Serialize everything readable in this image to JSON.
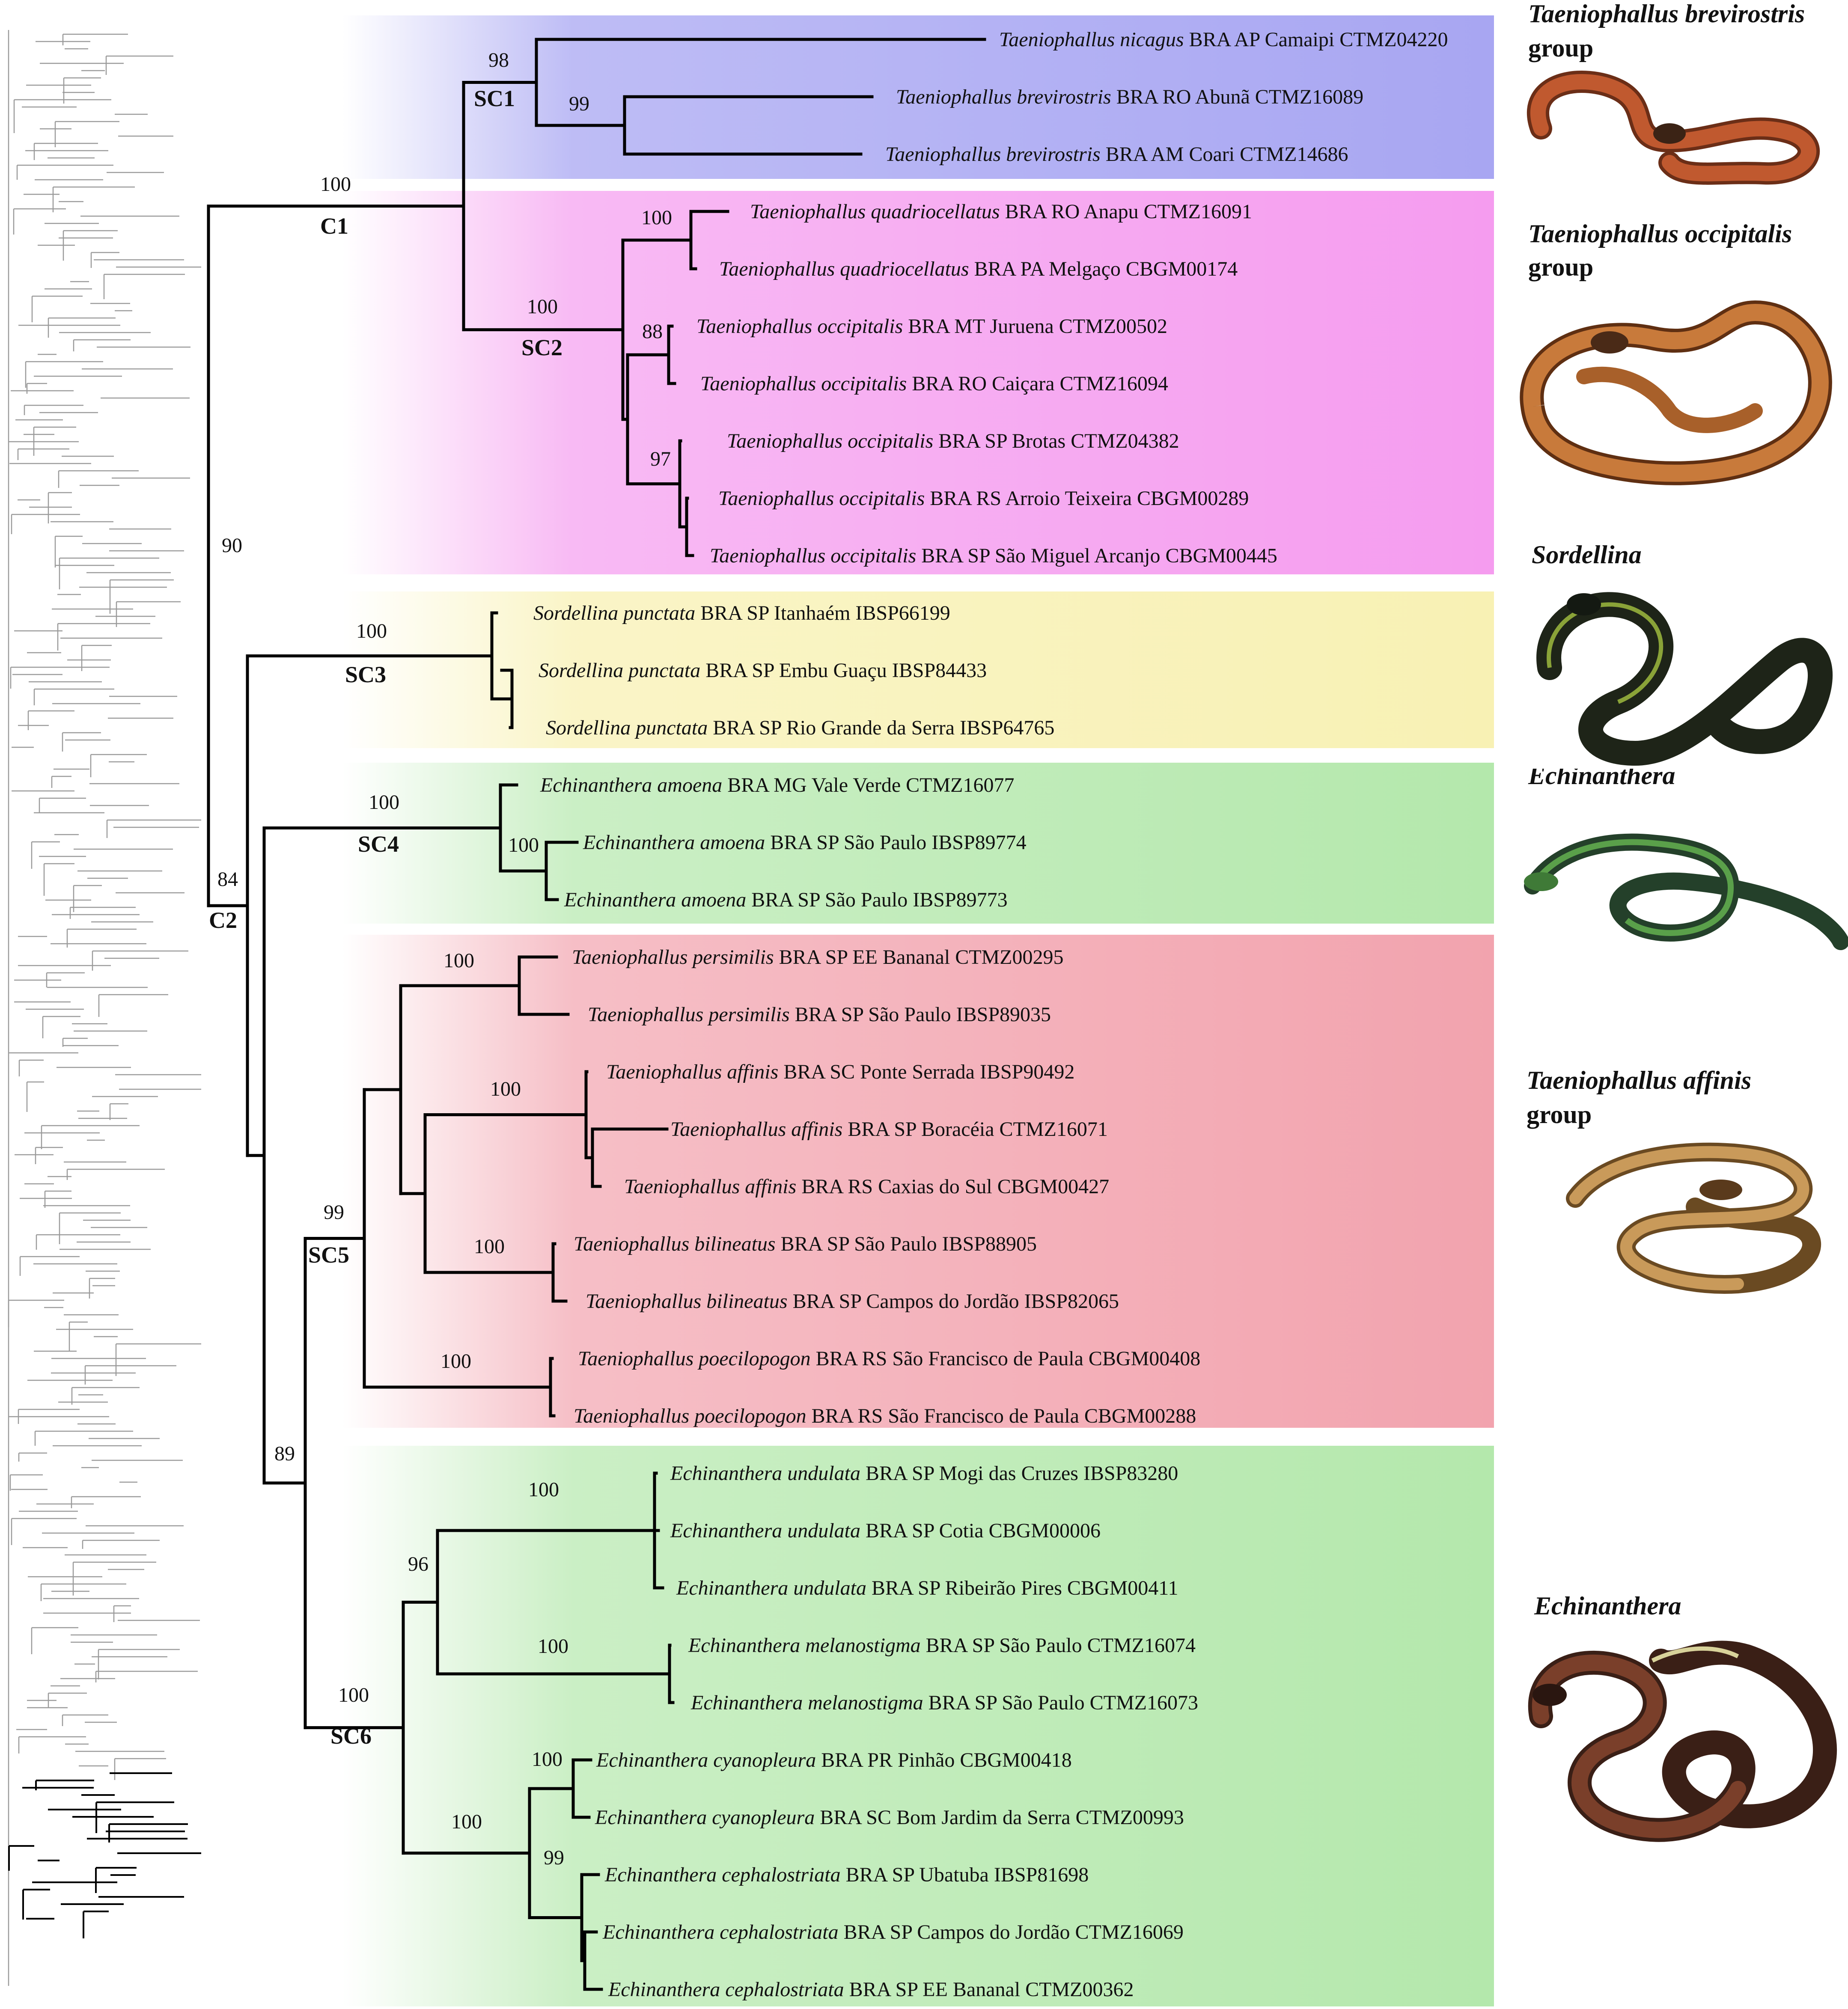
{
  "clade_labels": {
    "sc1": "SC1",
    "sc2": "SC2",
    "c1": "C1",
    "sc3": "SC3",
    "sc4": "SC4",
    "c2": "C2",
    "sc5": "SC5",
    "sc6": "SC6"
  },
  "supports": {
    "root_c1": "100",
    "root_90": "90",
    "sc1": "98",
    "sc1_inner": "99",
    "sc2": "100",
    "sc2_quad": "100",
    "sc2_occ88": "88",
    "sc2_occ97": "97",
    "sc3": "100",
    "sc4": "100",
    "sc4_inner": "100",
    "c2": "84",
    "sc5": "99",
    "sc5_pers": "100",
    "sc5_aff": "100",
    "sc5_bil": "100",
    "sc5_poe": "100",
    "sc5_sc6": "89",
    "sc6": "100",
    "sc6_96": "96",
    "sc6_und": "100",
    "sc6_mel": "100",
    "sc6_cc": "100",
    "sc6_cya": "100",
    "sc6_cep": "99"
  },
  "taxa": [
    {
      "genus_species": "Taeniophallus nicagus",
      "rest": " BRA AP Camaipi CTMZ04220"
    },
    {
      "genus_species": "Taeniophallus brevirostris",
      "rest": " BRA RO Abunã CTMZ16089"
    },
    {
      "genus_species": "Taeniophallus brevirostris",
      "rest": " BRA AM Coari CTMZ14686"
    },
    {
      "genus_species": "Taeniophallus quadriocellatus",
      "rest": " BRA RO Anapu CTMZ16091"
    },
    {
      "genus_species": "Taeniophallus quadriocellatus",
      "rest": " BRA PA Melgaço CBGM00174"
    },
    {
      "genus_species": "Taeniophallus occipitalis",
      "rest": " BRA MT Juruena CTMZ00502"
    },
    {
      "genus_species": "Taeniophallus occipitalis",
      "rest": " BRA RO Caiçara CTMZ16094"
    },
    {
      "genus_species": "Taeniophallus occipitalis",
      "rest": " BRA SP Brotas CTMZ04382"
    },
    {
      "genus_species": "Taeniophallus occipitalis",
      "rest": " BRA RS Arroio Teixeira CBGM00289"
    },
    {
      "genus_species": "Taeniophallus occipitalis",
      "rest": " BRA SP São Miguel Arcanjo CBGM00445"
    },
    {
      "genus_species": "Sordellina punctata",
      "rest": " BRA SP Itanhaém IBSP66199"
    },
    {
      "genus_species": "Sordellina punctata",
      "rest": " BRA SP Embu Guaçu IBSP84433"
    },
    {
      "genus_species": "Sordellina punctata",
      "rest": " BRA SP Rio Grande da Serra IBSP64765"
    },
    {
      "genus_species": "Echinanthera amoena",
      "rest": " BRA MG Vale Verde CTMZ16077"
    },
    {
      "genus_species": "Echinanthera amoena",
      "rest": " BRA SP São Paulo IBSP89774"
    },
    {
      "genus_species": "Echinanthera amoena",
      "rest": " BRA SP São Paulo IBSP89773"
    },
    {
      "genus_species": "Taeniophallus persimilis",
      "rest": " BRA SP EE Bananal CTMZ00295"
    },
    {
      "genus_species": "Taeniophallus persimilis",
      "rest": " BRA SP São Paulo IBSP89035"
    },
    {
      "genus_species": "Taeniophallus affinis",
      "rest": " BRA SC Ponte Serrada IBSP90492"
    },
    {
      "genus_species": "Taeniophallus affinis",
      "rest": " BRA SP Boracéia CTMZ16071"
    },
    {
      "genus_species": "Taeniophallus affinis",
      "rest": " BRA RS Caxias do Sul CBGM00427"
    },
    {
      "genus_species": "Taeniophallus bilineatus",
      "rest": " BRA SP São Paulo IBSP88905"
    },
    {
      "genus_species": "Taeniophallus bilineatus",
      "rest": " BRA SP Campos do Jordão IBSP82065"
    },
    {
      "genus_species": "Taeniophallus poecilopogon",
      "rest": " BRA RS São Francisco de Paula CBGM00408"
    },
    {
      "genus_species": "Taeniophallus poecilopogon",
      "rest": " BRA RS São Francisco de Paula CBGM00288"
    },
    {
      "genus_species": "Echinanthera undulata",
      "rest": " BRA SP Mogi das Cruzes IBSP83280"
    },
    {
      "genus_species": "Echinanthera undulata",
      "rest": " BRA SP Cotia CBGM00006"
    },
    {
      "genus_species": "Echinanthera undulata",
      "rest": " BRA SP Ribeirão Pires CBGM00411"
    },
    {
      "genus_species": "Echinanthera melanostigma",
      "rest": " BRA SP São Paulo CTMZ16074"
    },
    {
      "genus_species": "Echinanthera melanostigma",
      "rest": " BRA SP São Paulo CTMZ16073"
    },
    {
      "genus_species": "Echinanthera cyanopleura",
      "rest": " BRA PR Pinhão CBGM00418"
    },
    {
      "genus_species": "Echinanthera cyanopleura",
      "rest": " BRA SC Bom Jardim da Serra CTMZ00993"
    },
    {
      "genus_species": "Echinanthera cephalostriata",
      "rest": " BRA SP Ubatuba IBSP81698"
    },
    {
      "genus_species": "Echinanthera cephalostriata",
      "rest": " BRA SP Campos do Jordão CTMZ16069"
    },
    {
      "genus_species": "Echinanthera cephalostriata",
      "rest": " BRA SP EE Bananal CTMZ00362"
    }
  ],
  "photo_panels": [
    {
      "title": "Taeniophallus brevirostris",
      "subtitle": "group"
    },
    {
      "title": "Taeniophallus occipitalis",
      "subtitle": "group"
    },
    {
      "title": "Sordellina",
      "subtitle": ""
    },
    {
      "title": "Echinanthera",
      "subtitle": ""
    },
    {
      "title": "Taeniophallus affinis",
      "subtitle": "group"
    },
    {
      "title": "Echinanthera",
      "subtitle": ""
    }
  ],
  "colors": {
    "sc1_band": "#a8a6f2",
    "sc2_band": "#f59cef",
    "sc3_band": "#f8f1b4",
    "sc4_band": "#b4e8ac",
    "sc5_band": "#f2a3ae",
    "sc6_band": "#b4e8ac",
    "branch": "#000000",
    "guide_tree": "#9a9a9a"
  },
  "icons": [
    "snake-photo",
    "overview-tree-thumbnail"
  ]
}
